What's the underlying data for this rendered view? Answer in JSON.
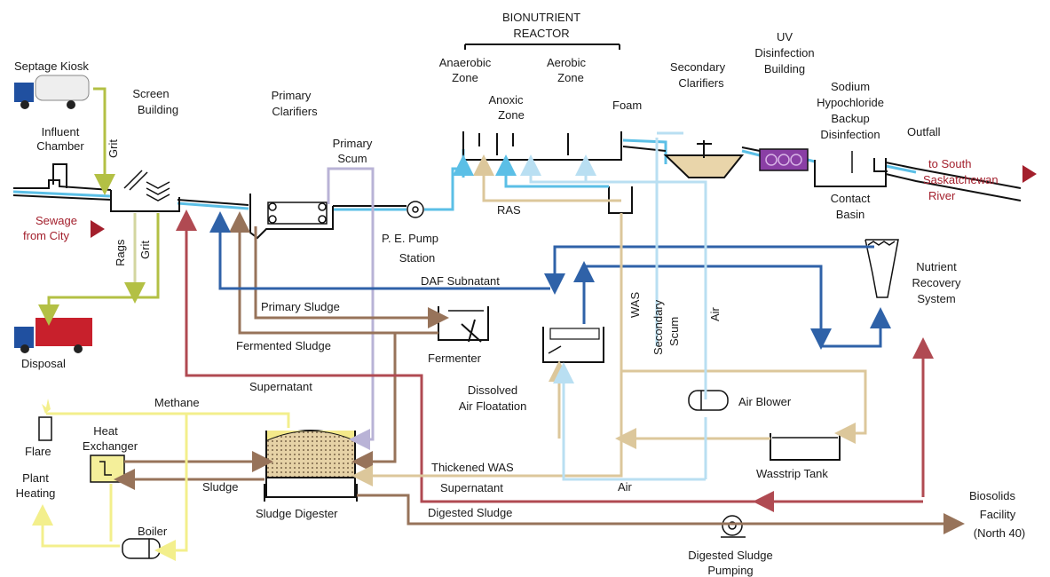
{
  "labels": {
    "septage_kiosk": "Septage Kiosk",
    "screen_building": [
      "Screen",
      "Building"
    ],
    "influent_chamber": [
      "Influent",
      "Chamber"
    ],
    "grit": "Grit",
    "rags": "Rags",
    "sewage_from_city": [
      "Sewage",
      "from City"
    ],
    "disposal": "Disposal",
    "primary_clarifiers": [
      "Primary",
      "Clarifiers"
    ],
    "primary_scum": [
      "Primary",
      "Scum"
    ],
    "pe_pump_station": [
      "P. E. Pump",
      "Station"
    ],
    "bionutrient_reactor": [
      "BIONUTRIENT",
      "REACTOR"
    ],
    "anaerobic_zone": [
      "Anaerobic",
      "Zone"
    ],
    "anoxic_zone": [
      "Anoxic",
      "Zone"
    ],
    "aerobic_zone": [
      "Aerobic",
      "Zone"
    ],
    "foam": "Foam",
    "ras": "RAS",
    "secondary_clarifiers": [
      "Secondary",
      "Clarifiers"
    ],
    "uv_building": [
      "UV",
      "Disinfection",
      "Building"
    ],
    "sodium_hypochloride": [
      "Sodium",
      "Hypochloride",
      "Backup",
      "Disinfection"
    ],
    "outfall": "Outfall",
    "contact_basin": [
      "Contact",
      "Basin"
    ],
    "to_river": [
      "to South",
      "Saskatchewan",
      "River"
    ],
    "daf_subnatant": "DAF Subnatant",
    "was": "WAS",
    "secondary_scum": [
      "Secondary",
      "Scum"
    ],
    "air": "Air",
    "nutrient_recovery": [
      "Nutrient",
      "Recovery",
      "System"
    ],
    "primary_sludge": "Primary Sludge",
    "fermented_sludge": "Fermented Sludge",
    "fermenter": "Fermenter",
    "dissolved_air_flotation": [
      "Dissolved",
      "Air Floatation"
    ],
    "supernatant": "Supernatant",
    "methane": "Methane",
    "air_blower": "Air Blower",
    "flare": "Flare",
    "heat_exchanger": [
      "Heat",
      "Exchanger"
    ],
    "plant_heating": [
      "Plant",
      "Heating"
    ],
    "sludge": "Sludge",
    "boiler": "Boiler",
    "sludge_digester": "Sludge Digester",
    "thickened_was": "Thickened WAS",
    "wasstrip_tank": "Wasstrip Tank",
    "digested_sludge": "Digested Sludge",
    "biosolids_facility": [
      "Biosolids",
      "Facility",
      "(North 40)"
    ],
    "digested_sludge_pumping": [
      "Digested Sludge",
      "Pumping"
    ]
  },
  "colors": {
    "effluent_blue": "#5bbfe6",
    "ras_tan": "#dcc79b",
    "was_lightblue": "#b9dff2",
    "primary_sludge_brown": "#97735a",
    "supernatant_red": "#b04a52",
    "daf_blue": "#2f62a8",
    "grit_olive": "#b3c044",
    "scum_lavender": "#b9b3d6",
    "methane_yellow": "#f3ef8c",
    "text_red": "#a31f2c",
    "uv_purple": "#8a3fa5"
  }
}
